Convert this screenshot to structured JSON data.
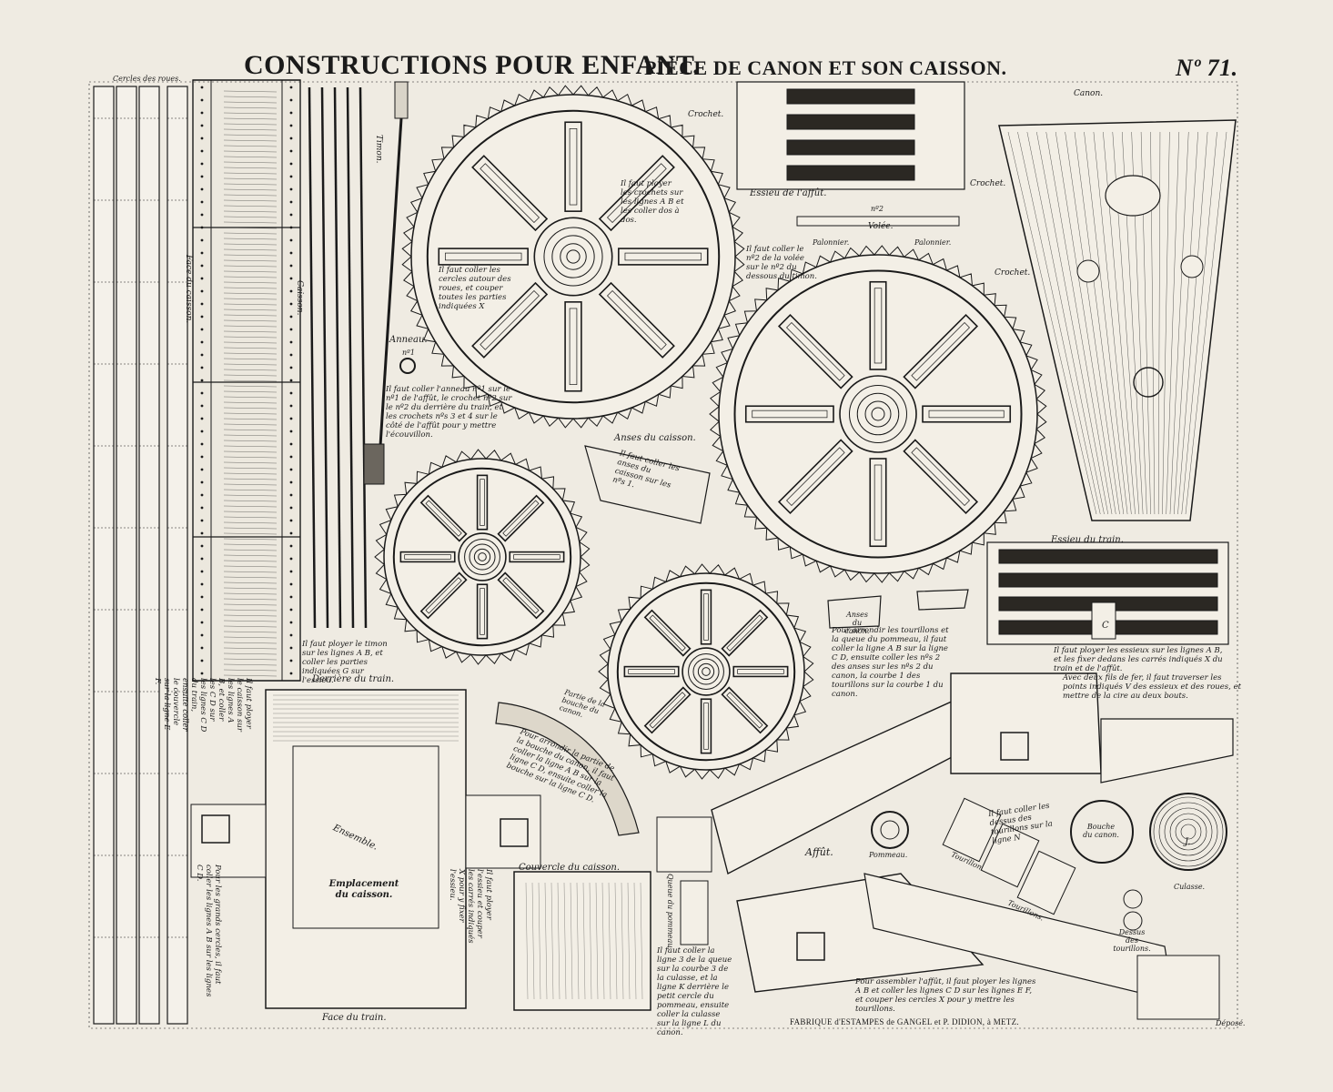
{
  "header": {
    "title_left": "CONSTRUCTIONS POUR ENFANT.",
    "title_center": "PIÈCE DE CANON ET SON CAISSON.",
    "number": "Nº 71."
  },
  "labels": {
    "cercles_roues": "Cercles des roues.",
    "caisson": "Caisson.",
    "face_caisson": "Face du caisson.",
    "timon": "Timon.",
    "crochet_1": "Crochet.",
    "crochet_2": "Crochet.",
    "crochet_3": "Crochet.",
    "essieu_affut": "Essieu de l'affût.",
    "volee": "Volée.",
    "palonnier_1": "Palonnier.",
    "palonnier_2": "Palonnier.",
    "canon": "Canon.",
    "anneau": "Anneau.",
    "anses_caisson": "Anses du caisson.",
    "essieu_train": "Essieu du train.",
    "anses_canon": "Anses du canon.",
    "derriere_train": "Derrière du train.",
    "face_train": "Face du train.",
    "ensemble": "Ensemble.",
    "emplacement": "Emplacement du caisson.",
    "couvercle": "Couvercle du caisson.",
    "affut": "Affût.",
    "pommeau": "Pommeau.",
    "tourillon": "Tourillon.",
    "tourillons": "Tourillons.",
    "bouche": "Bouche du canon.",
    "culasse": "Culasse.",
    "dessus_tourillons": "Dessus des tourillons.",
    "partie_bouche": "Partie de la bouche du canon.",
    "queue_pommeau": "Queue du pommeau.",
    "depose": "Déposé."
  },
  "notes": {
    "crochets": "Il faut ployer les crochets sur les lignes A B et les coller dos à dos.",
    "cercles": "Il faut coller les cercles autour des roues, et couper toutes les parties indiquées X",
    "anneau": "Il faut coller l'anneau nº1 sur le nº1 de l'affût, le crochet nº2 sur le nº2 du derrière du train, et les crochets nºs 3 et 4 sur le côté de l'affût pour y mettre l'écouvillon.",
    "volee": "Il faut coller le nº2 de la volée sur le nº2 du dessous du timon.",
    "anses": "Il faut coller les anses du caisson sur les nºs 1.",
    "timon": "Il faut ployer le timon sur les lignes A B, et coller les parties indiquées G sur l'essieu.",
    "tourillons": "Pour arrondir les tourillons et la queue du pommeau, il faut coller la ligne A B sur la ligne C D, ensuite coller les nºs 2 des anses sur les nºs 2 du canon, la courbe 1 des tourillons sur la courbe 1 du canon.",
    "essieux": "Il faut ployer les essieux sur les lignes A B, et les fixer dedans les carrés indiqués X du train et de l'affût.",
    "fils": "Avec deux fils de fer, il faut traverser les points indiqués V des essieux et des roues, et mettre de la cire au deux bouts.",
    "caisson_ployer": "Il faut ployer le caisson sur les lignes A B, et coller les C D sur les lignes C D du train, ensuite coller le couvercle sur la ligne E F.",
    "cercles_grands": "Pour les grands cercles, il faut coller les lignes A B sur les lignes C D.",
    "bouche": "Pour arrondir la partie de la bouche du canon, il faut coller la ligne A B sur la ligne C D, ensuite coller la bouche sur la ligne C D.",
    "essieu_fixer": "Il faut ployer l'essieu et couper les carrés indiqués X pour y fixer l'essieu.",
    "queue": "Il faut coller la ligne 3 de la queue sur la courbe 3 de la culasse, et la ligne K derrière le petit cercle du pommeau, ensuite coller la culasse sur la ligne L du canon.",
    "dessus": "Il faut coller les dessus des tourillons sur la ligne N",
    "affut": "Pour assembler l'affût, il faut ployer les lignes A B et coller les lignes C D sur les lignes E F, et couper les cercles X pour y mettre les tourillons."
  },
  "footer": {
    "printer": "FABRIQUE d'ESTAMPES de GANGEL et P. DIDION, à METZ."
  },
  "marks": {
    "x": "X",
    "v": "V",
    "no1": "nº1",
    "no2": "nº2",
    "one": "1",
    "j": "J.",
    "c": "C"
  },
  "colors": {
    "paper": "#efebe2",
    "ink": "#1a1a1a"
  }
}
